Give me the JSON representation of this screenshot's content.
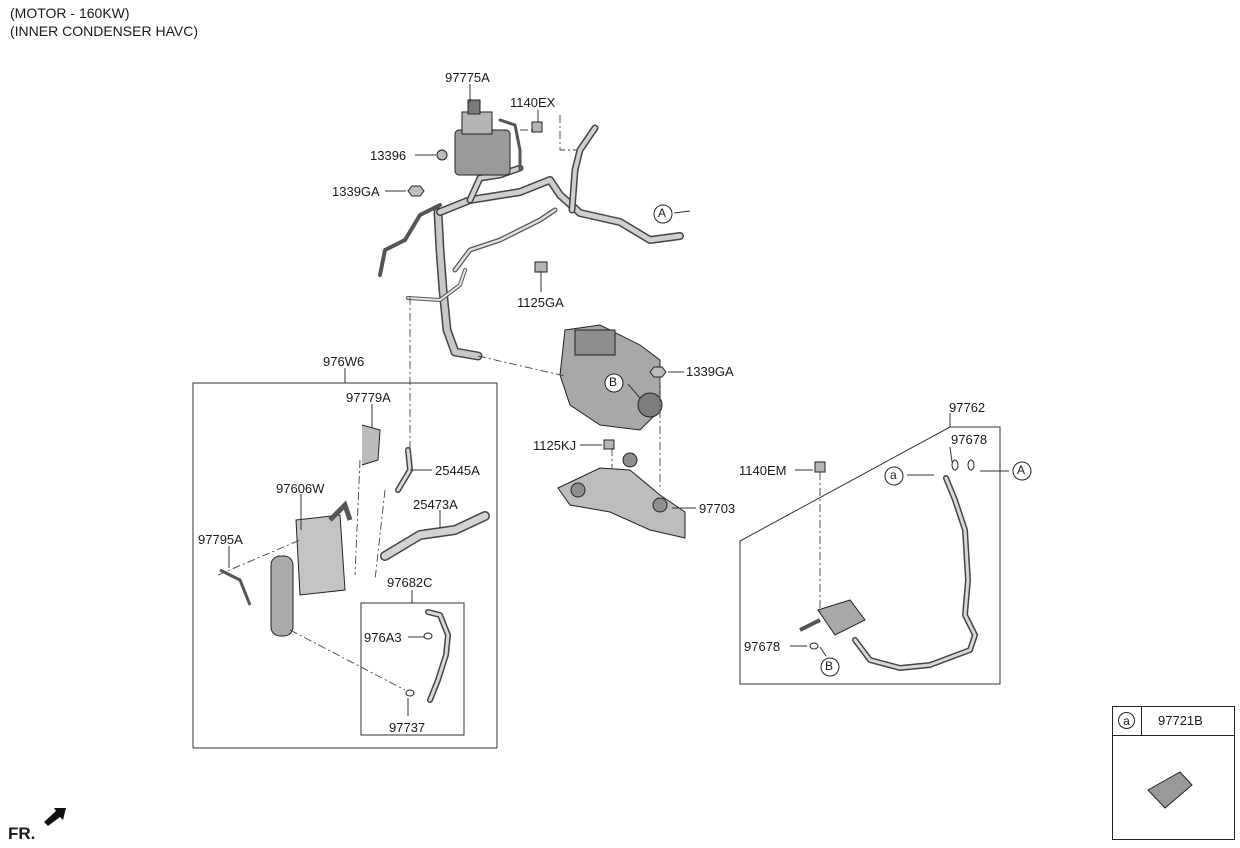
{
  "header": {
    "line1": "(MOTOR - 160KW)",
    "line2": "(INNER CONDENSER HAVC)"
  },
  "callouts": {
    "p97775A": "97775A",
    "p1140EX": "1140EX",
    "p13396": "13396",
    "p1339GA_top": "1339GA",
    "p1125GA": "1125GA",
    "p1339GA_mid": "1339GA",
    "p976W6": "976W6",
    "p97779A": "97779A",
    "p25445A": "25445A",
    "p97606W": "97606W",
    "p25473A": "25473A",
    "p97795A": "97795A",
    "p97682C": "97682C",
    "p976A3": "976A3",
    "p97737": "97737",
    "p1125KJ": "1125KJ",
    "p97703": "97703",
    "p97762": "97762",
    "p97678_top": "97678",
    "p1140EM": "1140EM",
    "p97678_bottom": "97678"
  },
  "markers": {
    "a_upper": "A",
    "b_compressor": "B",
    "a_right_left": "a",
    "a_right_right": "A",
    "b_receiver": "B"
  },
  "legend": {
    "ref": "a",
    "part": "97721B"
  },
  "orientation": {
    "label": "FR."
  }
}
